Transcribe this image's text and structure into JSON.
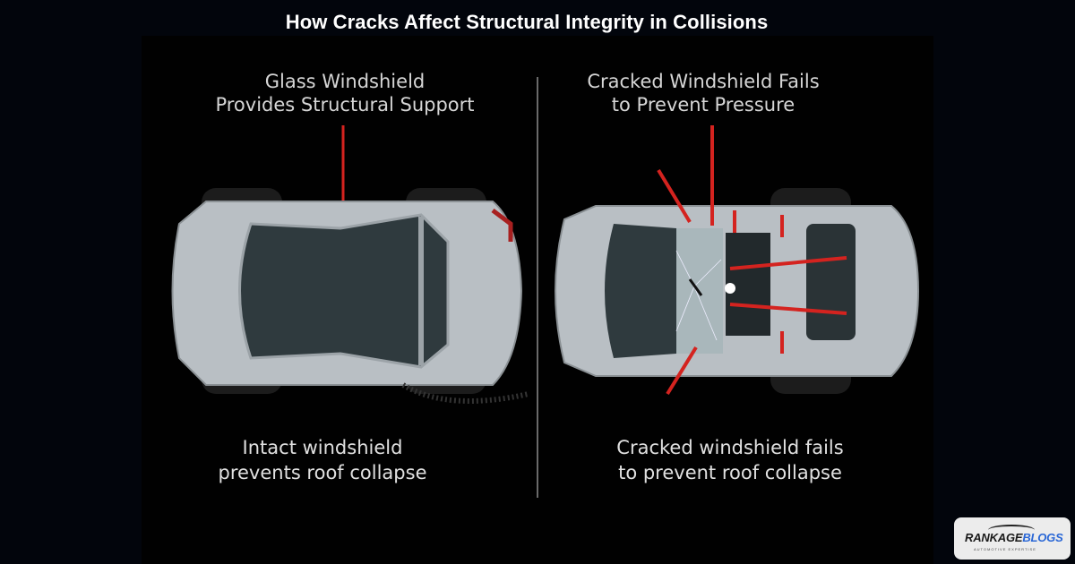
{
  "title": "How Cracks Affect Structural Integrity in Collisions",
  "left_panel": {
    "heading_lines": [
      "Glass Windshield",
      "Provides Structural Support"
    ],
    "caption_lines": [
      "Intact windshield",
      "prevents roof collapse"
    ],
    "state": "intact"
  },
  "right_panel": {
    "heading_lines": [
      "Cracked Windshield Fails",
      "to Prevent Pressure"
    ],
    "caption_lines": [
      "Cracked windshield fails",
      "to prevent roof collapse"
    ],
    "state": "cracked"
  },
  "logo": {
    "name_part1": "RANKAGE",
    "name_part2": "BLOGS",
    "tagline": "AUTOMOTIVE EXPERTISE"
  },
  "colors": {
    "background": "#02050c",
    "arrow_red": "#d4231f",
    "car_body": "#b9bfc4",
    "glass": "#2f3a3e",
    "logo_blue": "#2a67d6"
  }
}
